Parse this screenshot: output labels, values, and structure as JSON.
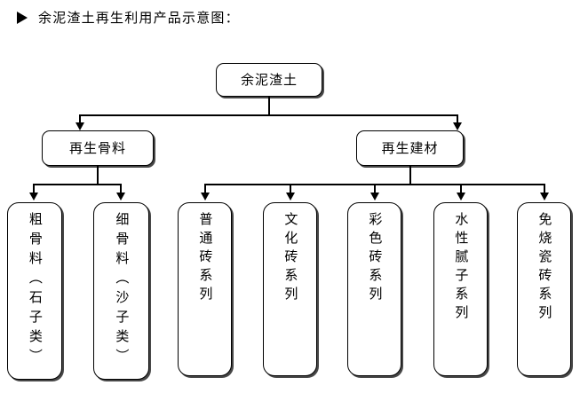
{
  "header": {
    "bullet_icon": "triangle-right-icon",
    "title": "余泥渣土再生利用产品示意图："
  },
  "diagram": {
    "root": {
      "label": "余泥渣土"
    },
    "branches": [
      {
        "label": "再生骨料"
      },
      {
        "label": "再生建材"
      }
    ],
    "leaves": [
      {
        "label": "粗骨料（石子类）"
      },
      {
        "label": "细骨料（沙子类）"
      },
      {
        "label": "普通砖系列"
      },
      {
        "label": "文化砖系列"
      },
      {
        "label": "彩色砖系列"
      },
      {
        "label": "水性腻子系列"
      },
      {
        "label": "免烧瓷砖系列"
      }
    ],
    "colors": {
      "background": "#ffffff",
      "stroke": "#000000",
      "text": "#000000",
      "node_fill": "#ffffff"
    }
  }
}
